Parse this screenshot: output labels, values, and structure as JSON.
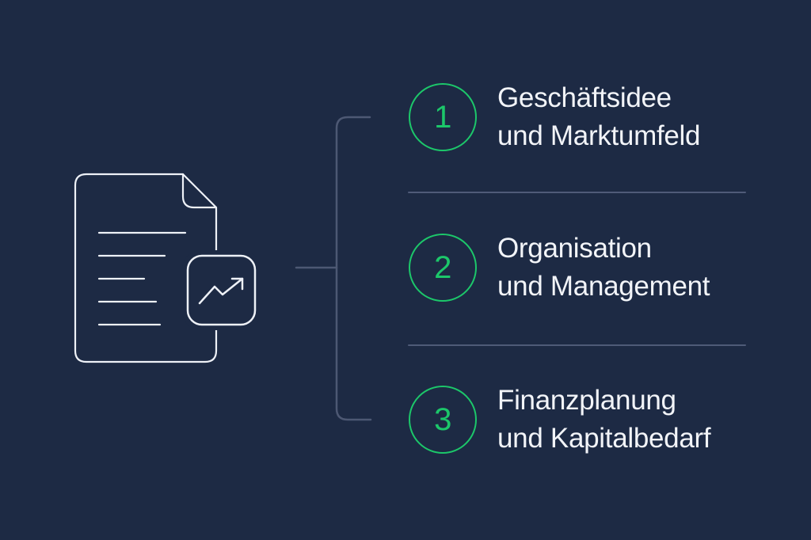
{
  "theme": {
    "background": "#1d2a44",
    "accent_green": "#1cc76a",
    "text_color": "#f2f4f8",
    "connector_color": "#4d5873",
    "divider_color": "#4f5b78",
    "icon_stroke": "#eef1f7"
  },
  "diagram": {
    "icon": "document-with-trend-chart-icon",
    "items": [
      {
        "number": "1",
        "line1": "Geschäftsidee",
        "line2": "und Marktumfeld"
      },
      {
        "number": "2",
        "line1": "Organisation",
        "line2": "und Management"
      },
      {
        "number": "3",
        "line1": "Finanzplanung",
        "line2": "und Kapitalbedarf"
      }
    ]
  }
}
